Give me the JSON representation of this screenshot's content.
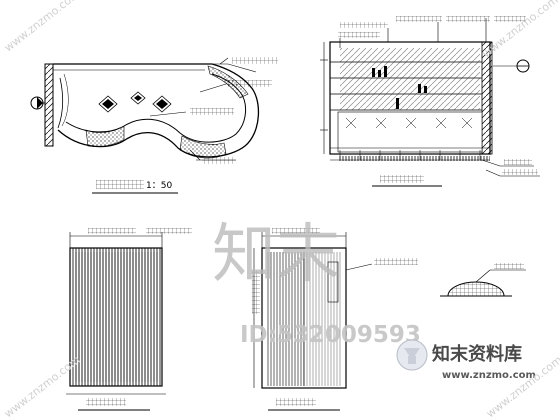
{
  "drawing": {
    "plan_scale": "1：50"
  },
  "watermark": {
    "brand_glyphs": "知末",
    "id_text": "ID:532009593",
    "library_name": "知末资料库",
    "url": "www.znzmo.com"
  },
  "colors": {
    "ink": "#000000",
    "paper": "#ffffff",
    "watermark": "#c9c9c9",
    "logo_blue": "#dfe3ea"
  },
  "icons": [
    "section-marker-icon",
    "elevation-marker-icon",
    "detail-callout-icon",
    "brand-logo-icon"
  ]
}
